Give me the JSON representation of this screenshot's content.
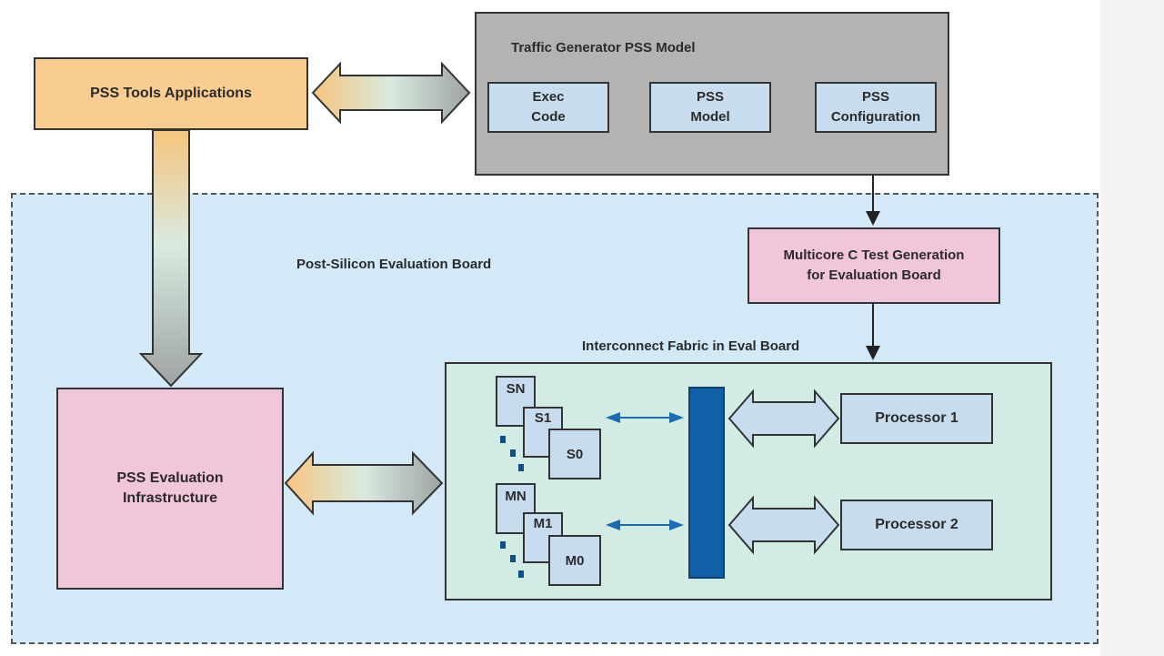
{
  "diagram": {
    "pss_tools_applications": "PSS Tools Applications",
    "traffic_generator": {
      "title": "Traffic Generator PSS Model",
      "components": [
        {
          "line1": "Exec",
          "line2": "Code"
        },
        {
          "line1": "PSS",
          "line2": "Model"
        },
        {
          "line1": "PSS",
          "line2": "Configuration"
        }
      ]
    },
    "post_silicon_board_label": "Post-Silicon Evaluation Board",
    "multicore_test": {
      "line1": "Multicore C Test Generation",
      "line2": "for Evaluation Board"
    },
    "interconnect_label": "Interconnect Fabric in Eval Board",
    "pss_evaluation": {
      "line1": "PSS Evaluation",
      "line2": "Infrastructure"
    },
    "slaves": [
      "SN",
      "S1",
      "S0"
    ],
    "masters": [
      "MN",
      "M1",
      "M0"
    ],
    "processors": [
      "Processor 1",
      "Processor 2"
    ]
  }
}
